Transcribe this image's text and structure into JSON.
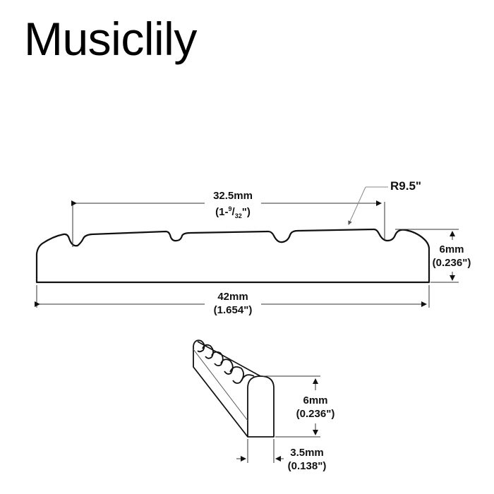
{
  "brand": "Musiclily",
  "front_view": {
    "string_spacing": {
      "mm": "32.5mm",
      "inch_prefix": "(1-",
      "inch_num": "9",
      "inch_sep": "/",
      "inch_den": "32",
      "inch_suffix": "\")"
    },
    "radius": {
      "label": "R9.5\""
    },
    "height": {
      "mm": "6mm",
      "inch": "(0.236\")"
    },
    "length": {
      "mm": "42mm",
      "inch": "(1.654\")"
    }
  },
  "perspective_view": {
    "height": {
      "mm": "6mm",
      "inch": "(0.236\")"
    },
    "width": {
      "mm": "3.5mm",
      "inch": "(0.138\")"
    }
  },
  "colors": {
    "line": "#111111",
    "dim_line": "#333333",
    "leader": "#888888",
    "background": "#ffffff"
  }
}
